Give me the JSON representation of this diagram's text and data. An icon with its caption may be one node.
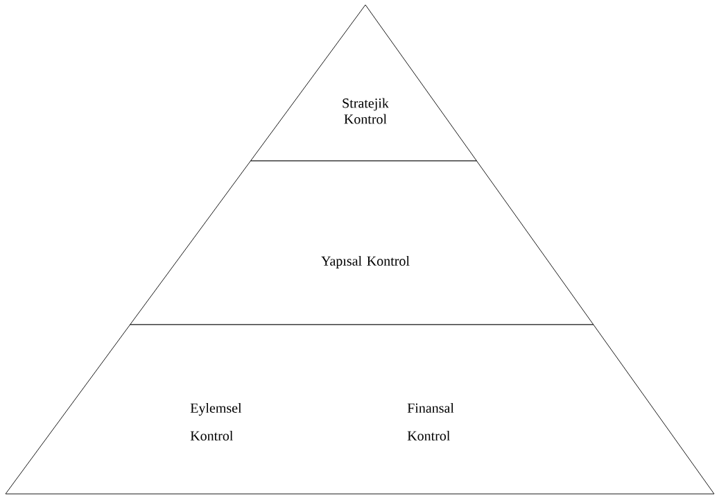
{
  "diagram": {
    "nodes": [
      {
        "text": [
          "Stratejik Kontrol"
        ]
      },
      {
        "text": [
          "Yapısal Kontrol"
        ]
      },
      {
        "text": [
          "Eylemsel Kontrol",
          "Finansal Kontrol"
        ]
      }
    ]
  }
}
